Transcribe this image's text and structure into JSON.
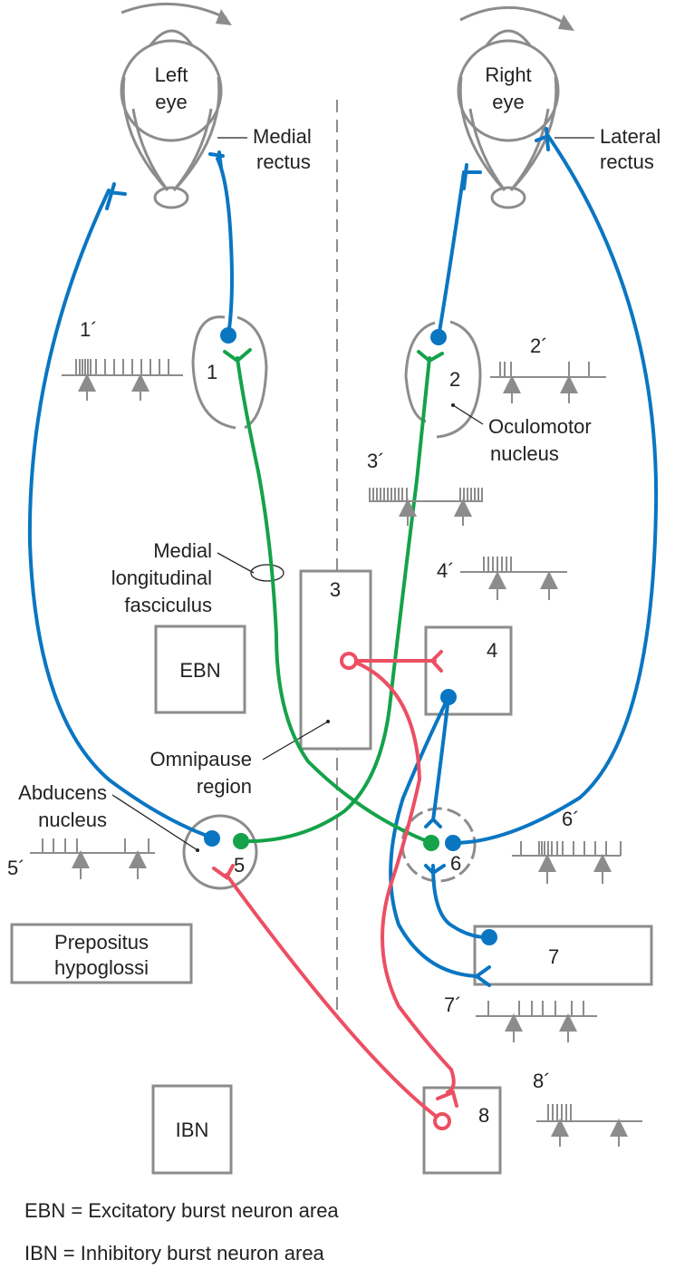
{
  "eyes": {
    "left": {
      "line1": "Left",
      "line2": "eye",
      "muscle_line1": "Medial",
      "muscle_line2": "rectus"
    },
    "right": {
      "line1": "Right",
      "line2": "eye",
      "muscle_line1": "Lateral",
      "muscle_line2": "rectus"
    }
  },
  "nuclei": {
    "n1": "1",
    "n2": "2",
    "n3": "3",
    "n4": "4",
    "n5": "5",
    "n6": "6",
    "n7": "7",
    "n8": "8"
  },
  "labels": {
    "oculomotor_line1": "Oculomotor",
    "oculomotor_line2": "nucleus",
    "mlf_line1": "Medial",
    "mlf_line2": "longitudinal",
    "mlf_line3": "fasciculus",
    "ebn": "EBN",
    "ibn": "IBN",
    "omnipause_line1": "Omnipause",
    "omnipause_line2": "region",
    "abducens_line1": "Abducens",
    "abducens_line2": "nucleus",
    "prepositus_line1": "Prepositus",
    "prepositus_line2": "hypoglossi"
  },
  "traces": {
    "t1": "1´",
    "t2": "2´",
    "t3": "3´",
    "t4": "4´",
    "t5": "5´",
    "t6": "6´",
    "t7": "7´",
    "t8": "8´"
  },
  "legend": {
    "ebn": "EBN = Excitatory burst neuron area",
    "ibn": "IBN = Inhibitory burst neuron area"
  },
  "colors": {
    "excitatory_motor": "#0a76c2",
    "mlf_pathway": "#15a24a",
    "inhibitory": "#ec4f63",
    "structure": "#8c8c8c"
  }
}
